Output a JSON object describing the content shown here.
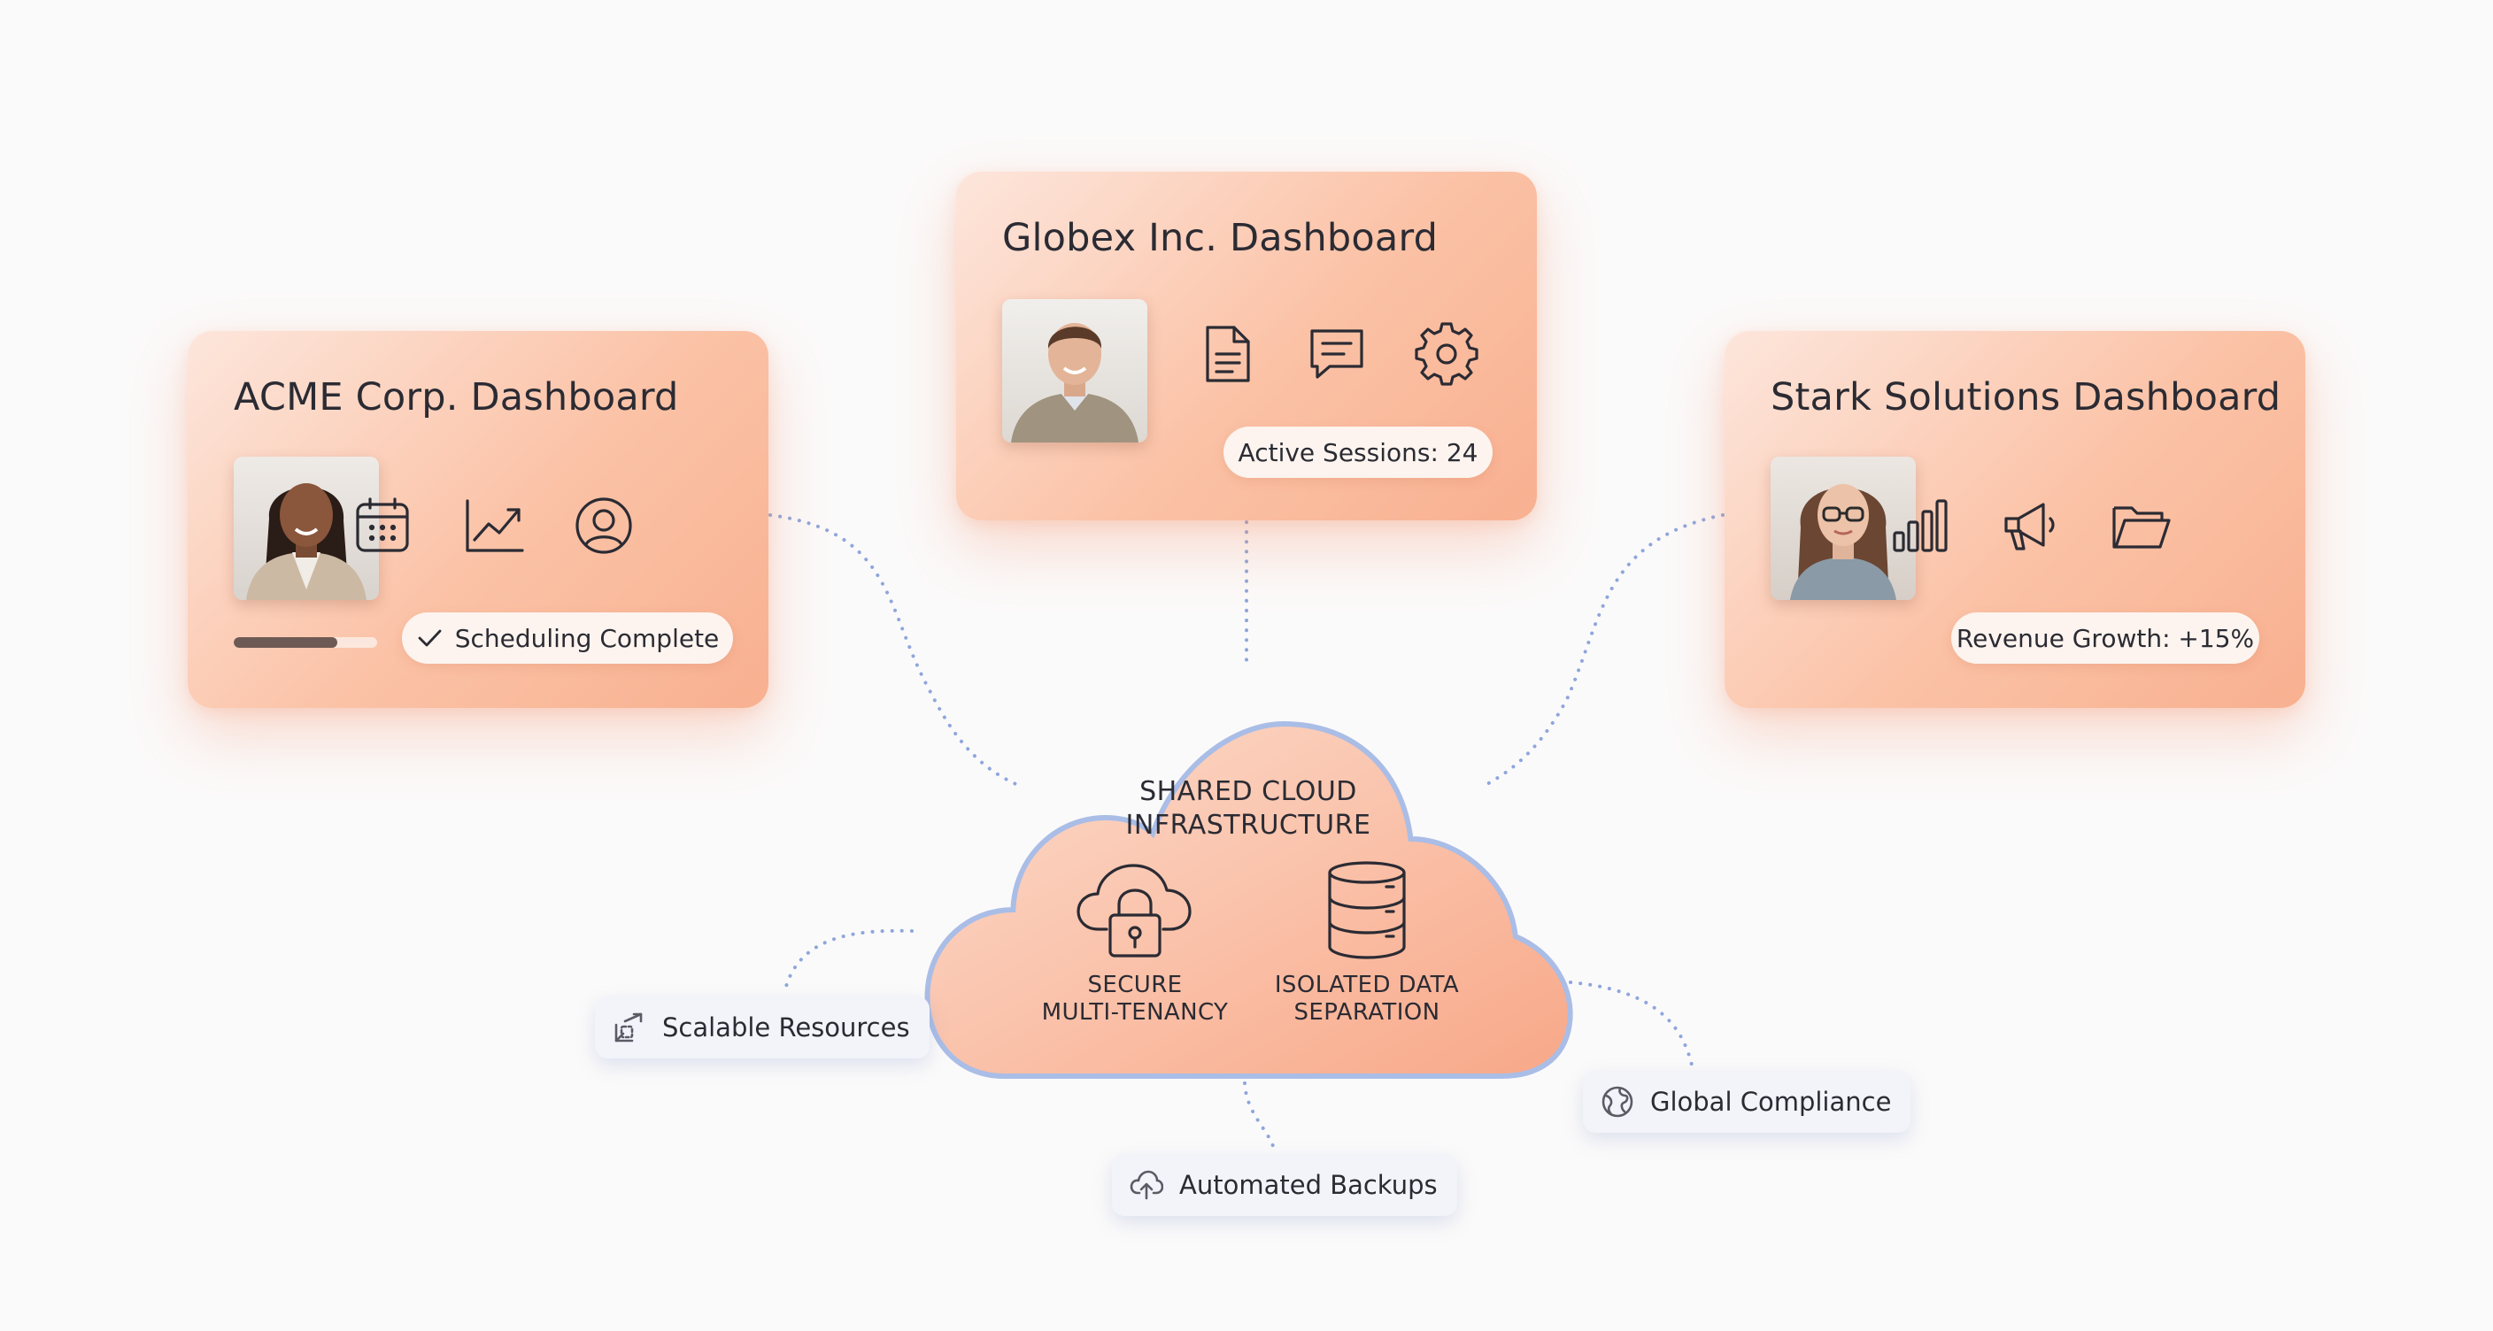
{
  "colors": {
    "card_gradient_start": "#fde6dc",
    "card_gradient_end": "#f8b090",
    "cloud_outline": "#a9bde6",
    "connector": "#8ea6dc",
    "tag_background": "#f2f4fa",
    "text": "#2b2b33"
  },
  "cards": {
    "acme": {
      "title": "ACME Corp. Dashboard",
      "icons": [
        "calendar-icon",
        "trend-chart-icon",
        "user-profile-icon"
      ],
      "progress": 0.72,
      "status": "Scheduling Complete"
    },
    "globex": {
      "title": "Globex Inc. Dashboard",
      "icons": [
        "document-icon",
        "chat-icon",
        "settings-gear-icon"
      ],
      "status": "Active Sessions: 24"
    },
    "stark": {
      "title": "Stark Solutions Dashboard",
      "icons": [
        "bar-chart-icon",
        "megaphone-icon",
        "folder-icon"
      ],
      "status": "Revenue Growth: +15%"
    }
  },
  "cloud": {
    "title_line1": "SHARED CLOUD",
    "title_line2": "INFRASTRUCTURE",
    "features": [
      {
        "icon": "cloud-lock-icon",
        "line1": "SECURE",
        "line2": "MULTI-TENANCY"
      },
      {
        "icon": "database-icon",
        "line1": "ISOLATED DATA",
        "line2": "SEPARATION"
      }
    ]
  },
  "tags": [
    {
      "icon": "scale-arrow-icon",
      "label": "Scalable Resources"
    },
    {
      "icon": "cloud-upload-icon",
      "label": "Automated Backups"
    },
    {
      "icon": "globe-icon",
      "label": "Global Compliance"
    }
  ]
}
